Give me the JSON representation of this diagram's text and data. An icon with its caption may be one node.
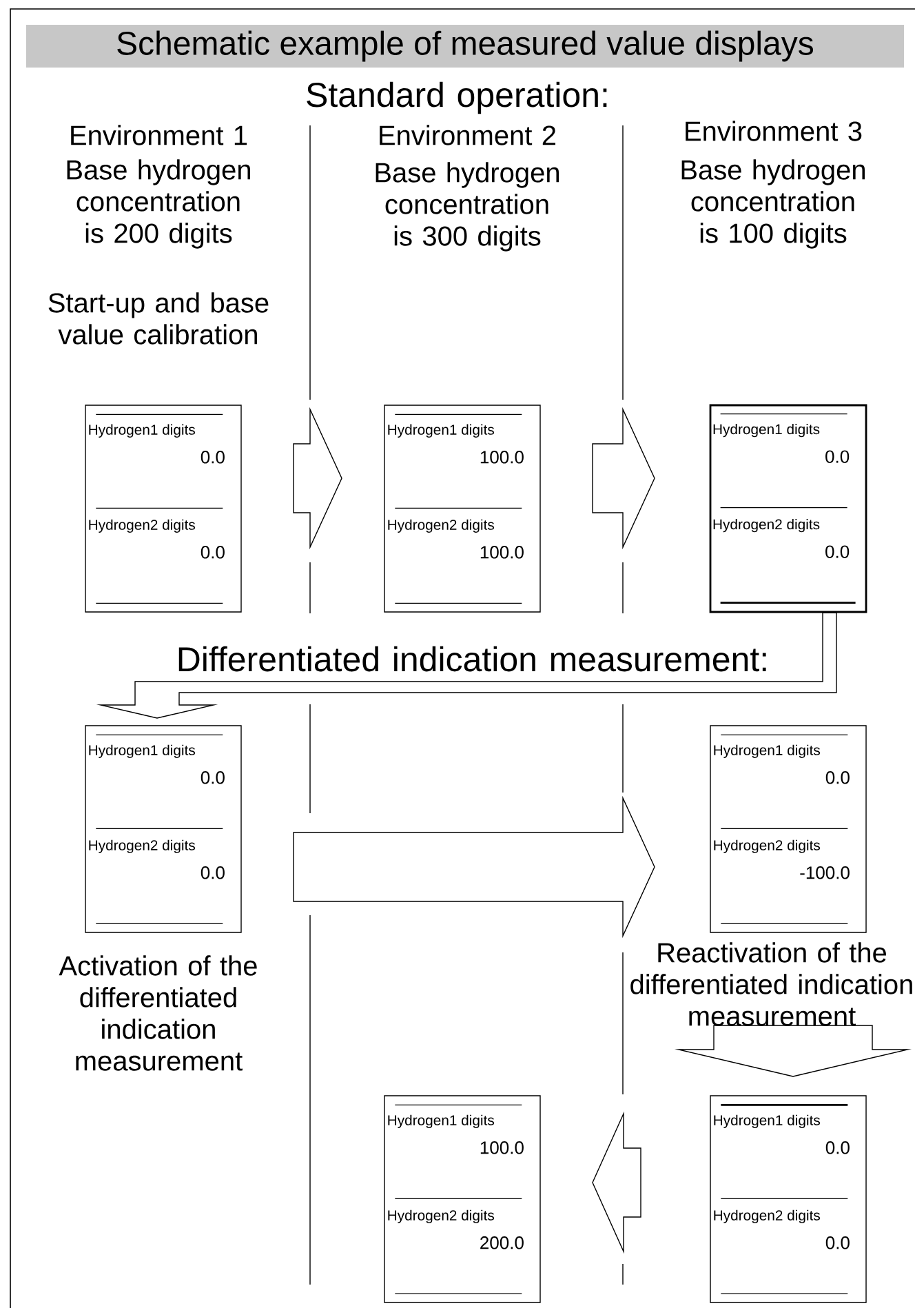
{
  "diagram": {
    "title": "Schematic example of measured value displays",
    "nodes": [
      {
        "text": [
          "Hydrogen1 digits",
          "0.0",
          "Hydrogen2 digits",
          "0.0"
        ],
        "beside": [
          "Start-up and base value calibration"
        ]
      },
      {
        "text": [
          "Hydrogen1 digits",
          "100.0",
          "Hydrogen2 digits",
          "100.0"
        ]
      },
      {
        "text": [
          "Hydrogen1 digits",
          "0.0",
          "Hydrogen2 digits",
          "0.0"
        ]
      },
      {
        "text": [
          "Hydrogen1 digits",
          "0.0",
          "Hydrogen2 digits",
          "0.0"
        ],
        "beside": [
          "Activation of the differentiated indication measurement"
        ]
      },
      {
        "text": [
          "Hydrogen1 digits",
          "0.0",
          "Hydrogen2 digits",
          "-100.0"
        ],
        "beside": [
          "Reactivation of the differentiated indication measurement"
        ]
      },
      {
        "text": [
          "Hydrogen1 digits",
          "100.0",
          "Hydrogen2 digits",
          "200.0"
        ]
      },
      {
        "text": [
          "Hydrogen1 digits",
          "0.0",
          "Hydrogen2 digits",
          "0.0"
        ]
      }
    ],
    "edges": [
      {
        "from": 0,
        "to": 1,
        "arrow": "to"
      },
      {
        "from": 1,
        "to": 2,
        "arrow": "to"
      },
      {
        "from": 2,
        "to": 3,
        "arrow": "to"
      },
      {
        "from": 3,
        "to": 4,
        "arrow": "to"
      },
      {
        "from": 4,
        "to": 6,
        "arrow": "to"
      },
      {
        "from": 6,
        "to": 5,
        "arrow": "to"
      }
    ],
    "labels": [
      "Standard operation:",
      "Environment 1",
      "Base hydrogen concentration is 200 digits",
      "Environment 2",
      "Base hydrogen concentration is 300 digits",
      "Environment 3",
      "Base hydrogen concentration is 100 digits",
      "Differentiated indication measurement:"
    ]
  }
}
